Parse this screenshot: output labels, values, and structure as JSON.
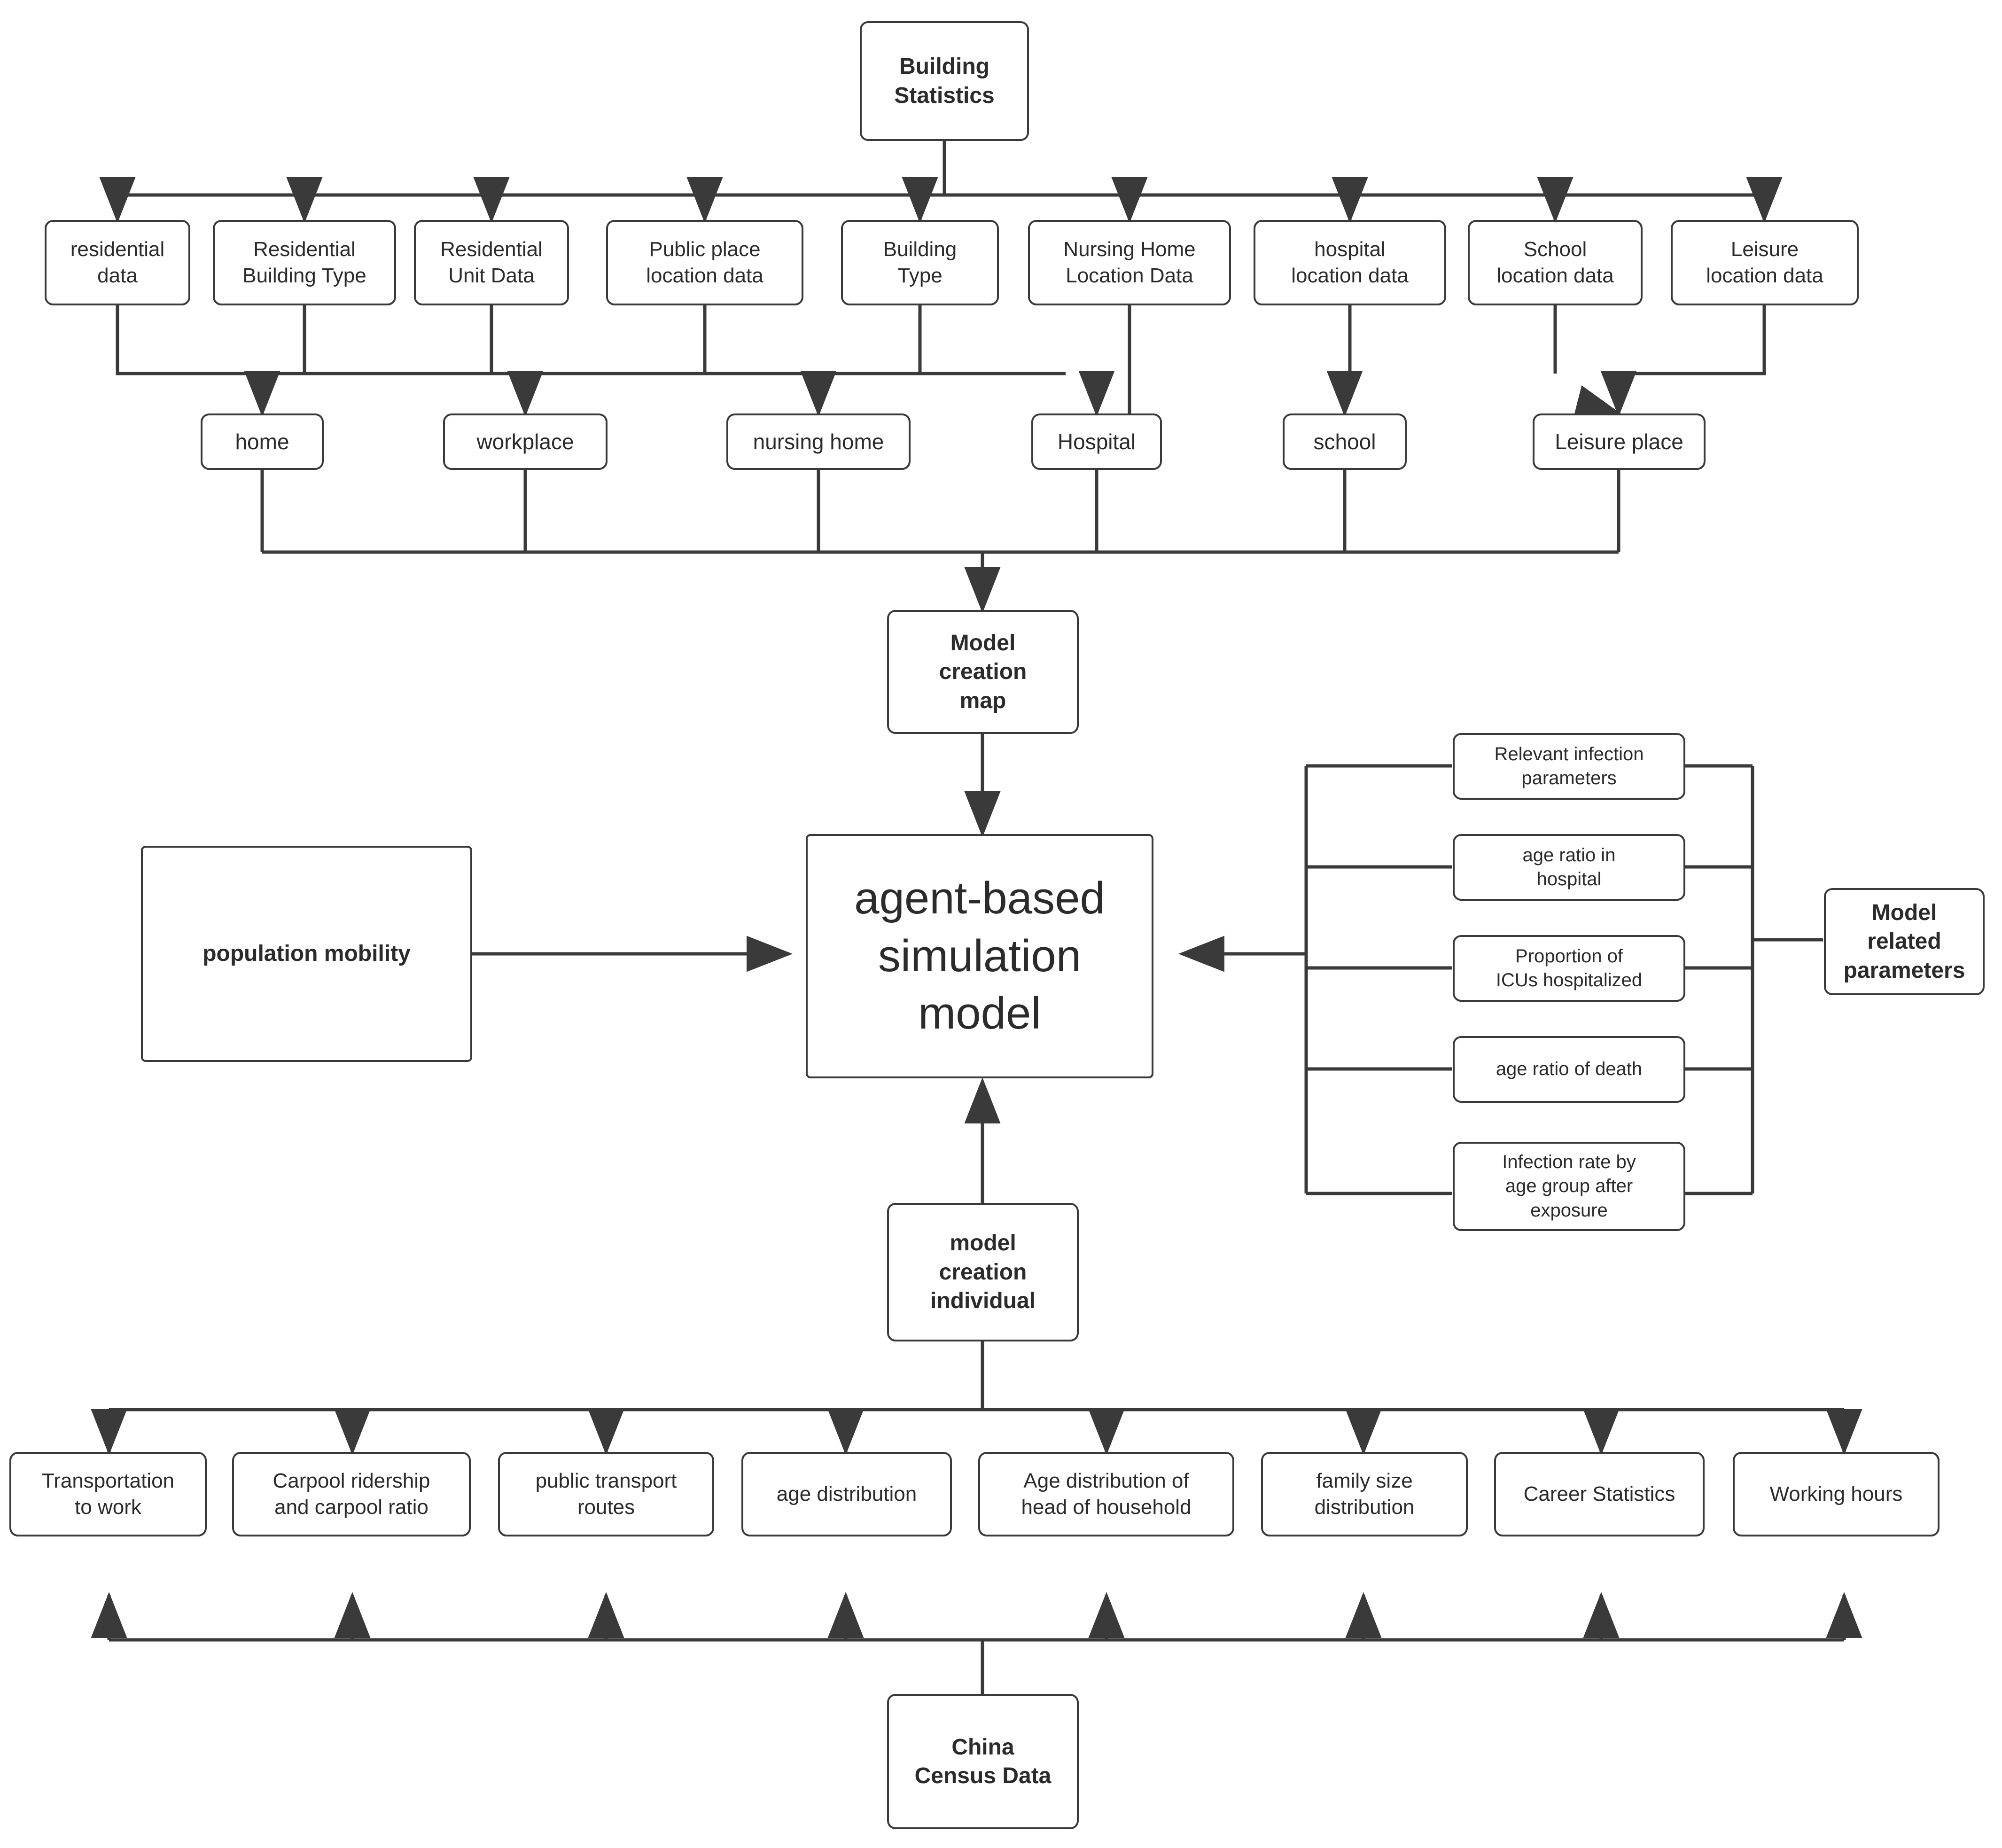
{
  "diagram": {
    "title": "Agent-based simulation model construction flowchart",
    "stroke_color": "#3a3a3a",
    "text_color": "#2b2b2b",
    "background": "#ffffff"
  },
  "nodes": {
    "building_statistics": "Building\nStatistics",
    "building_inputs": [
      "residential\ndata",
      "Residential\nBuilding Type",
      "Residential\nUnit Data",
      "Public place\nlocation data",
      "Building\nType",
      "Nursing Home\nLocation Data",
      "hospital\nlocation data",
      "School\nlocation data",
      "Leisure\nlocation data"
    ],
    "places": [
      "home",
      "workplace",
      "nursing home",
      "Hospital",
      "school",
      "Leisure place"
    ],
    "model_creation_map": "Model\ncreation\nmap",
    "simulation_model": "agent-based\nsimulation\nmodel",
    "population_mobility": "population mobility",
    "infection_parameters": [
      "Relevant infection\nparameters",
      "age ratio in\nhospital",
      "Proportion of\nICUs hospitalized",
      "age ratio of death",
      "Infection rate by\nage group after\nexposure"
    ],
    "model_related_parameters": "Model\nrelated\nparameters",
    "model_creation_individual": "model\ncreation\nindividual",
    "census_inputs": [
      "Transportation\nto work",
      "Carpool ridership\nand carpool ratio",
      "public transport\nroutes",
      "age distribution",
      "Age distribution of\nhead of household",
      "family size\ndistribution",
      "Career Statistics",
      "Working hours"
    ],
    "china_census_data": "China\nCensus Data"
  }
}
